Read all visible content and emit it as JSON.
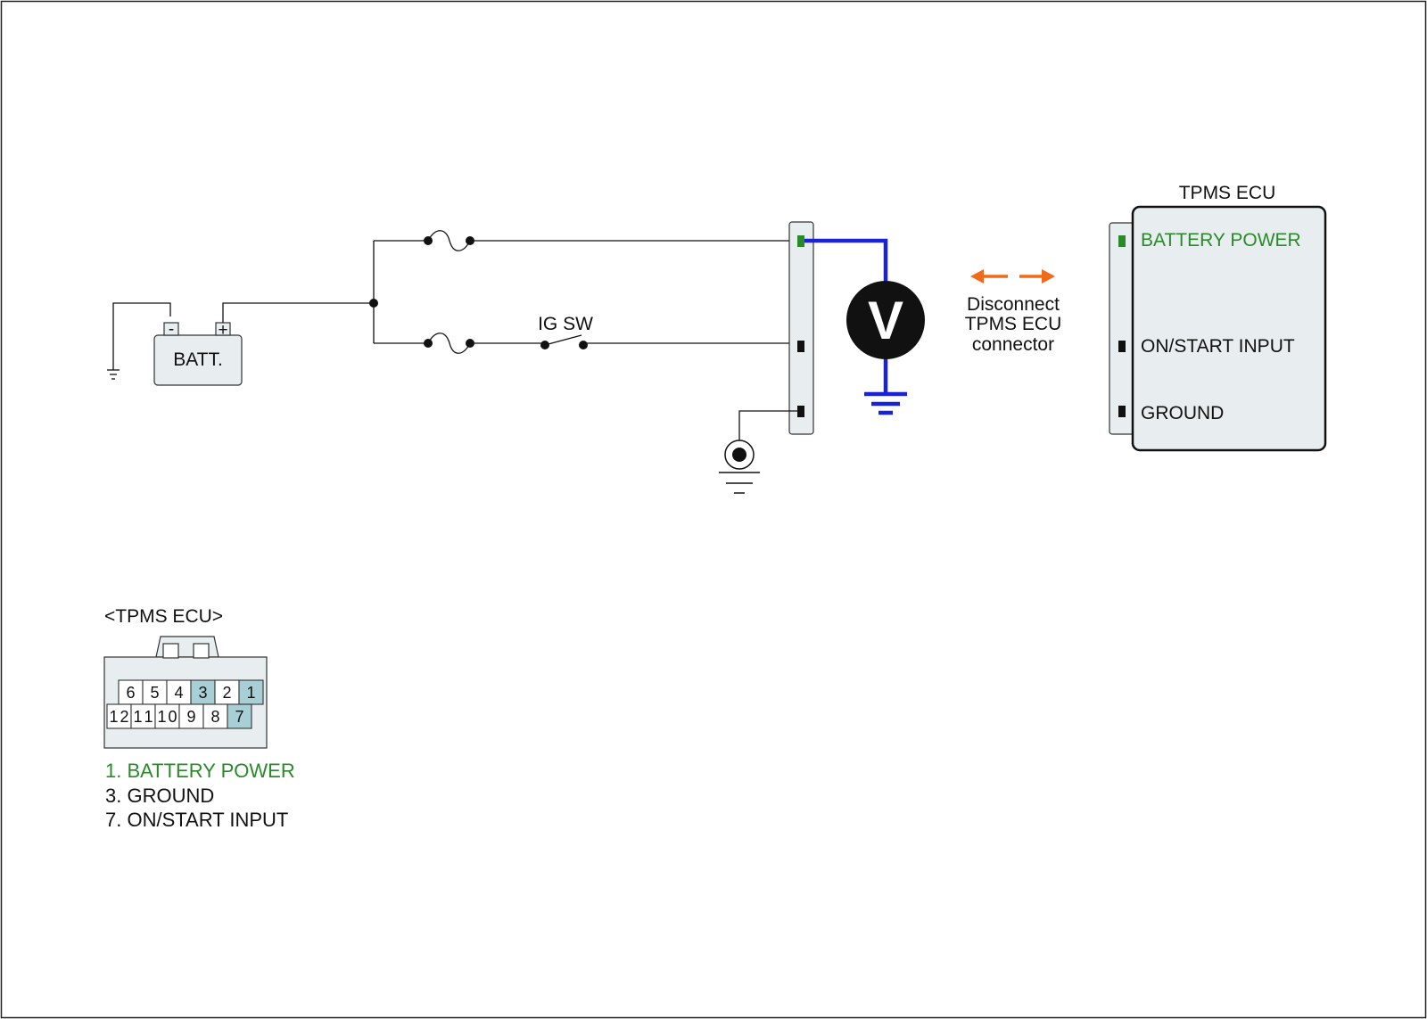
{
  "colors": {
    "wire": "#111111",
    "panel_fill": "#e8eeef",
    "highlight_pin": "#a9cfd6",
    "measure_wire": "#1a22d8",
    "battery_power": "#2a8a2a",
    "arrow": "#f06a1a"
  },
  "schematic": {
    "battery_label": "BATT.",
    "battery_minus": "-",
    "battery_plus": "+",
    "ig_switch_label": "IG SW",
    "voltmeter_label": "V",
    "disconnect_note": [
      "Disconnect",
      "TPMS ECU",
      "connector"
    ]
  },
  "ecu": {
    "title": "TPMS ECU",
    "pins": [
      {
        "label": "BATTERY POWER",
        "color": "#2a8a2a"
      },
      {
        "label": "ON/START INPUT",
        "color": "#111111"
      },
      {
        "label": "GROUND",
        "color": "#111111"
      }
    ]
  },
  "connector": {
    "title": "<TPMS ECU>",
    "top_row": [
      "6",
      "5",
      "4",
      "3",
      "2",
      "1"
    ],
    "bottom_row": [
      "12",
      "11",
      "10",
      "9",
      "8",
      "7"
    ],
    "highlighted": [
      "3",
      "1",
      "7"
    ]
  },
  "legend": [
    {
      "text": "1. BATTERY POWER",
      "color": "#2a8a2a"
    },
    {
      "text": "3. GROUND",
      "color": "#111111"
    },
    {
      "text": "7. ON/START INPUT",
      "color": "#111111"
    }
  ]
}
